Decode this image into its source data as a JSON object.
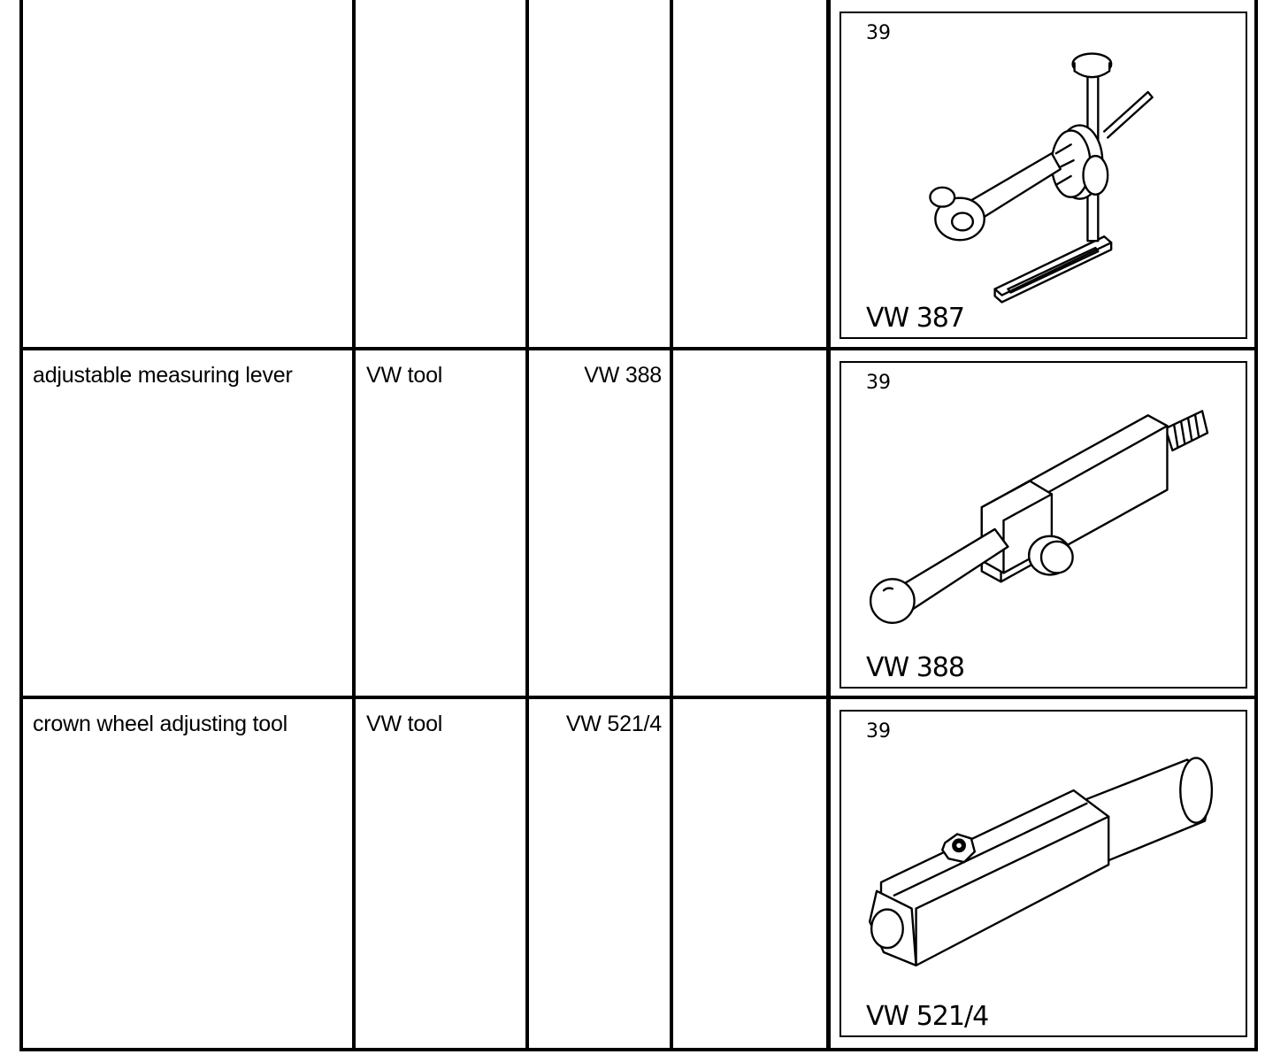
{
  "rows": [
    {
      "description": "",
      "type": "",
      "number": "",
      "note": "",
      "figure": {
        "num": "39",
        "label": "VW 387",
        "icon": "dial-gauge-holder-illustration"
      }
    },
    {
      "description": "adjustable measuring lever",
      "type": "VW tool",
      "number": "VW 388",
      "note": "",
      "figure": {
        "num": "39",
        "label": "VW 388",
        "icon": "measuring-lever-illustration"
      }
    },
    {
      "description": "crown wheel adjusting tool",
      "type": "VW tool",
      "number": "VW 521/4",
      "note": "",
      "figure": {
        "num": "39",
        "label": "VW 521/4",
        "icon": "crown-wheel-tool-illustration"
      }
    }
  ]
}
